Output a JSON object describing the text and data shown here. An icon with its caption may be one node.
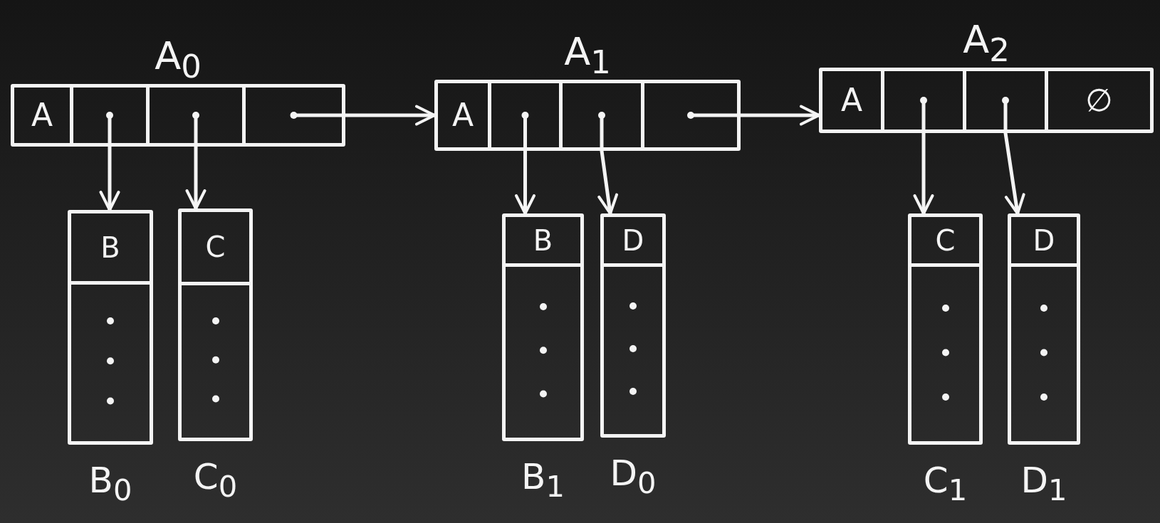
{
  "diagram": {
    "nodes": [
      {
        "text": [
          "A$_{0}$"
        ]
      },
      {
        "text": [
          "A"
        ],
        "in": 0
      },
      {
        "text": [],
        "shape": "box",
        "in": 0
      },
      {
        "text": [],
        "shape": "box",
        "in": 0
      },
      {
        "text": [],
        "shape": "box",
        "in": 0
      },
      {
        "text": [
          "A$_{1}$"
        ]
      },
      {
        "text": [
          "A"
        ],
        "in": 5
      },
      {
        "text": [],
        "shape": "box",
        "in": 5
      },
      {
        "text": [],
        "shape": "box",
        "in": 5
      },
      {
        "text": [],
        "shape": "box",
        "in": 5
      },
      {
        "text": [
          "A$_{2}$"
        ]
      },
      {
        "text": [
          "A"
        ],
        "in": 10
      },
      {
        "text": [],
        "shape": "box",
        "in": 10
      },
      {
        "text": [],
        "shape": "box",
        "in": 10
      },
      {
        "text": [
          "∅"
        ],
        "in": 10
      },
      {
        "text": [
          "B"
        ],
        "beside": [
          "B$_{0}$"
        ]
      },
      {
        "text": [
          "C"
        ],
        "beside": [
          "C$_{0}$"
        ]
      },
      {
        "text": [
          "B"
        ],
        "beside": [
          "B$_{1}$"
        ]
      },
      {
        "text": [
          "D"
        ],
        "beside": [
          "D$_{0}$"
        ]
      },
      {
        "text": [
          "C"
        ],
        "beside": [
          "C$_{1}$"
        ]
      },
      {
        "text": [
          "D"
        ],
        "beside": [
          "D$_{1}$"
        ]
      }
    ],
    "edges": [
      {
        "from": 2,
        "to": 15,
        "arrow": "to"
      },
      {
        "from": 3,
        "to": 16,
        "arrow": "to"
      },
      {
        "from": 4,
        "to": 5,
        "arrow": "to"
      },
      {
        "from": 7,
        "to": 17,
        "arrow": "to"
      },
      {
        "from": 8,
        "to": 18,
        "arrow": "to"
      },
      {
        "from": 9,
        "to": 10,
        "arrow": "to"
      },
      {
        "from": 12,
        "to": 19,
        "arrow": "to"
      },
      {
        "from": 13,
        "to": 20,
        "arrow": "to"
      }
    ]
  }
}
